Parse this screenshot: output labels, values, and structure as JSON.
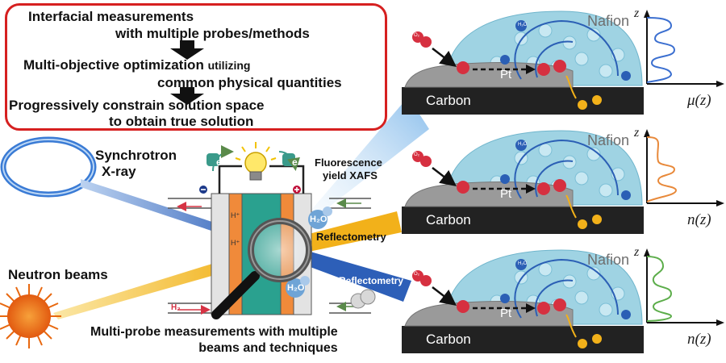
{
  "steps": {
    "s1_a": "Interfacial measurements",
    "s1_b": "with multiple probes/methods",
    "s2_a": "Multi-objective optimization",
    "s2_a_small": "utilizing",
    "s2_b": "common physical quantities",
    "s3_a": "Progressively constrain solution space",
    "s3_b": "to obtain true solution"
  },
  "labels": {
    "synchrotron_1": "Synchrotron",
    "synchrotron_2": "X-ray",
    "fluorescence_1": "Fluorescence",
    "fluorescence_2": "yield XAFS",
    "reflectometry_xray": "Reflectometry",
    "reflectometry_neutron": "Reflectometry",
    "neutron_beams": "Neutron beams",
    "multi_probe_1": "Multi-probe measurements with multiple",
    "multi_probe_2": "beams and techniques"
  },
  "cell": {
    "electron_symbol": "e",
    "h2o": "H₂O",
    "h_plus": "H⁺",
    "h2": "H₂"
  },
  "panels": [
    {
      "nafion": "Nafion",
      "pt": "Pt",
      "carbon": "Carbon",
      "axis_z": "z",
      "axis_label": "μ(z)",
      "color": "#3b6fd0"
    },
    {
      "nafion": "Nafion",
      "pt": "Pt",
      "carbon": "Carbon",
      "axis_z": "z",
      "axis_label": "n(z)",
      "color": "#e8893a"
    },
    {
      "nafion": "Nafion",
      "pt": "Pt",
      "carbon": "Carbon",
      "axis_z": "z",
      "axis_label": "n(z)",
      "color": "#5cad4a"
    }
  ],
  "species": {
    "o2": "O₂",
    "h2o": "H₂O",
    "h_plus": "H⁺",
    "e": "e"
  },
  "colors": {
    "box_border": "#d62020",
    "xray_beam": "#2d5fb8",
    "neutron_beam": "#f2b11a",
    "fluor_beam": "#a9d3f2",
    "nafion": "#9fd3e3",
    "carbon": "#222222",
    "pt": "#9a9a9a"
  }
}
